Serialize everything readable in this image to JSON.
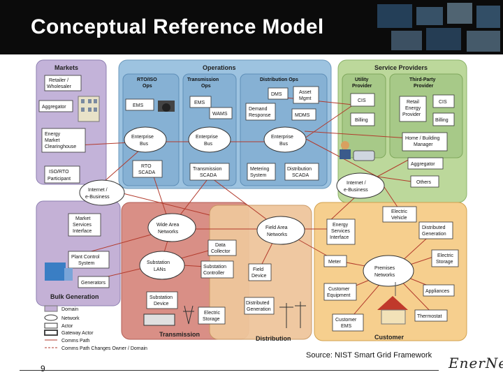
{
  "title": "Conceptual Reference Model",
  "domains": {
    "markets": "Markets",
    "operations": "Operations",
    "service_providers": "Service Providers",
    "bulk_generation": "Bulk Generation",
    "transmission": "Transmission",
    "distribution": "Distribution",
    "customer": "Customer"
  },
  "subheads": {
    "rto_iso": [
      "RTO/ISO",
      "Ops"
    ],
    "transmission_ops": [
      "Transmission",
      "Ops"
    ],
    "distribution_ops": "Distribution Ops",
    "utility_provider": [
      "Utility",
      "Provider"
    ],
    "third_party": [
      "Third-Party",
      "Provider"
    ]
  },
  "actors": {
    "retailer": [
      "Retailer /",
      "Wholesaler"
    ],
    "aggregator_m": "Aggregator",
    "energy_market": [
      "Energy",
      "Market",
      "Clearinghouse"
    ],
    "iso_rto": [
      "ISO/RTO",
      "Participant"
    ],
    "ems1": "EMS",
    "ems2": "EMS",
    "wams": "WAMS",
    "dms": "DMS",
    "asset": [
      "Asset",
      "Mgmt"
    ],
    "demand": [
      "Demand",
      "Response"
    ],
    "mdms": "MDMS",
    "rto_scada": [
      "RTO",
      "SCADA"
    ],
    "trans_scada": [
      "Transmission",
      "SCADA"
    ],
    "metering": [
      "Metering",
      "System"
    ],
    "dist_scada": [
      "Distribution",
      "SCADA"
    ],
    "cis1": "CIS",
    "billing1": "Billing",
    "retail_ep": [
      "Retail",
      "Energy",
      "Provider"
    ],
    "cis2": "CIS",
    "billing2": "Billing",
    "home_mgr": [
      "Home / Building",
      "Manager"
    ],
    "aggregator_sp": "Aggregator",
    "others": "Others",
    "market_svc": [
      "Market",
      "Services",
      "Interface"
    ],
    "plant_ctrl": [
      "Plant Control",
      "System"
    ],
    "generators": "Generators",
    "data_collector": [
      "Data",
      "Collector"
    ],
    "sub_ctrl": [
      "Substation",
      "Controller"
    ],
    "field_device": [
      "Field",
      "Device"
    ],
    "sub_device": [
      "Substation",
      "Device"
    ],
    "elec_storage_t": [
      "Electric",
      "Storage"
    ],
    "dist_gen_d": [
      "Distributed",
      "Generation"
    ],
    "esi": [
      "Energy",
      "Services",
      "Interface"
    ],
    "ev": [
      "Electric",
      "Vehicle"
    ],
    "dist_gen_c": [
      "Distributed",
      "Generation"
    ],
    "meter": "Meter",
    "elec_storage_c": [
      "Electric",
      "Storage"
    ],
    "cust_equip": [
      "Customer",
      "Equipment"
    ],
    "appliances": "Appliances",
    "cust_ems": [
      "Customer",
      "EMS"
    ],
    "thermostat": "Thermostat"
  },
  "clouds": {
    "ent_bus1": [
      "Enterprise",
      "Bus"
    ],
    "ent_bus2": [
      "Enterprise",
      "Bus"
    ],
    "ent_bus3": [
      "Enterprise",
      "Bus"
    ],
    "internet1": [
      "Internet /",
      "e-Business"
    ],
    "internet2": [
      "Internet /",
      "e-Business"
    ],
    "wan": [
      "Wide Area",
      "Networks"
    ],
    "fan": [
      "Field Area",
      "Networks"
    ],
    "sub_lan": [
      "Substation",
      "LANs"
    ],
    "premises": [
      "Premises",
      "Networks"
    ]
  },
  "legend": [
    "Domain",
    "Network",
    "Actor",
    "Gateway Actor",
    "Comms Path",
    "Comms Path Changes Owner / Domain"
  ],
  "source": "Source: NIST Smart Grid Framework",
  "page_number": "9",
  "logo": "EnerNex",
  "colors": {
    "markets": "#c3b3d9",
    "operations": "#9dc3e0",
    "service_providers": "#bcd89b",
    "bulk_generation": "#c4b1d6",
    "transmission": "#d98f86",
    "distribution": "#efc69c",
    "customer": "#f6cf8e",
    "comms": "#b23a2c"
  }
}
